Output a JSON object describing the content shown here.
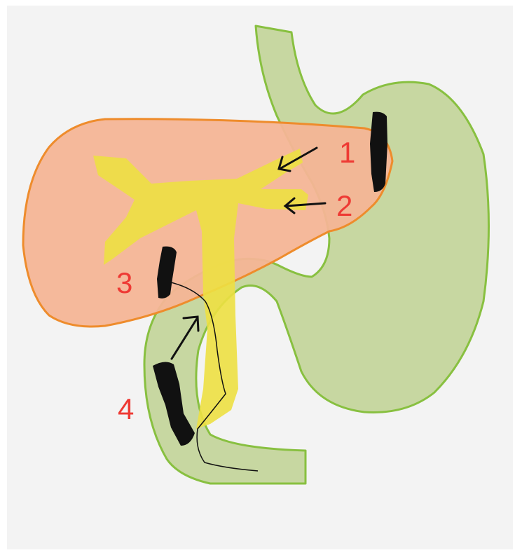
{
  "labels": {
    "one": "1",
    "two": "2",
    "three": "3",
    "four": "4"
  },
  "colors": {
    "paper": "#f3f3f3",
    "liver_fill": "#f4b596",
    "liver_stroke": "#ee8c2c",
    "stomach_fill": "#c4d59c",
    "stomach_stroke": "#88c040",
    "bile_fill": "#ede042",
    "clip": "#111111",
    "label": "#ee3a34",
    "arrow": "#111111"
  }
}
